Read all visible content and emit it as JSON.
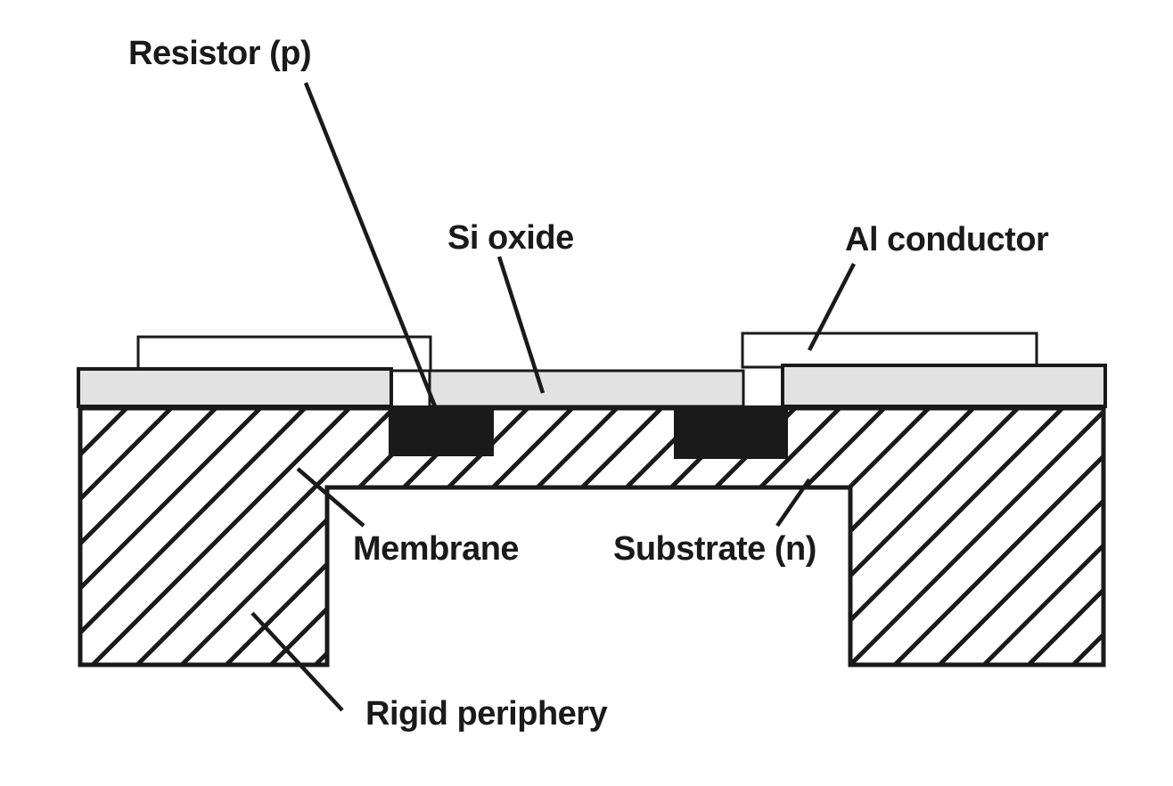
{
  "diagram": {
    "labels": {
      "resistor": "Resistor (p)",
      "si_oxide": "Si oxide",
      "al_conductor": "Al conductor",
      "membrane": "Membrane",
      "substrate": "Substrate (n)",
      "rigid_periphery": "Rigid periphery"
    },
    "colors": {
      "outline": "#1a1a1a",
      "oxide_fill": "#e2e2e2",
      "resistor_fill": "#1a1a1a",
      "background": "#ffffff"
    }
  }
}
